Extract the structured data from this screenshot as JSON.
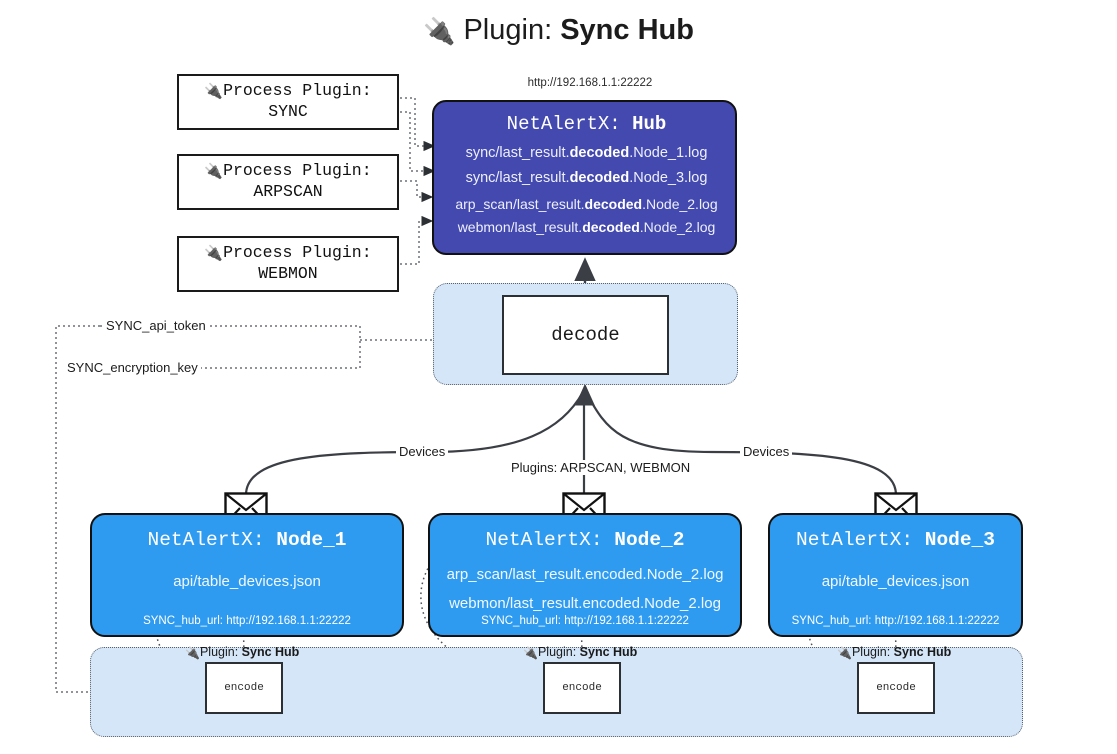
{
  "title": {
    "icon": "plug-icon",
    "prefix": "Plugin: ",
    "name": "Sync Hub"
  },
  "hub": {
    "url": "http://192.168.1.1:22222",
    "title_prefix": "NetAlertX: ",
    "title_name": "Hub",
    "logs": [
      {
        "pre": "sync/last_result.",
        "mid": "decoded",
        "post": ".Node_1.log"
      },
      {
        "pre": "sync/last_result.",
        "mid": "decoded",
        "post": ".Node_3.log"
      },
      {
        "pre": "arp_scan/last_result.",
        "mid": "decoded",
        "post": ".Node_2.log"
      },
      {
        "pre": "webmon/last_result.",
        "mid": "decoded",
        "post": ".Node_2.log"
      }
    ],
    "color": "#4349ae"
  },
  "process_plugins": [
    {
      "icon": "plug-icon",
      "line1": "Process Plugin:",
      "line2": "SYNC"
    },
    {
      "icon": "plug-icon",
      "line1": "Process Plugin:",
      "line2": "ARPSCAN"
    },
    {
      "icon": "plug-icon",
      "line1": "Process Plugin:",
      "line2": "WEBMON"
    }
  ],
  "decode": {
    "label": "decode"
  },
  "nodes": [
    {
      "title_prefix": "NetAlertX: ",
      "title_name": "Node_1",
      "lines": [
        "api/table_devices.json"
      ],
      "footer": "SYNC_hub_url: http://192.168.1.1:22222",
      "color": "#2e9bf0"
    },
    {
      "title_prefix": "NetAlertX: ",
      "title_name": "Node_2",
      "lines": [
        "arp_scan/last_result.encoded.Node_2.log",
        "webmon/last_result.encoded.Node_2.log"
      ],
      "footer": "SYNC_hub_url: http://192.168.1.1:22222",
      "color": "#2e9bf0"
    },
    {
      "title_prefix": "NetAlertX: ",
      "title_name": "Node_3",
      "lines": [
        "api/table_devices.json"
      ],
      "footer": "SYNC_hub_url: http://192.168.1.1:22222",
      "color": "#2e9bf0"
    }
  ],
  "sync_hub_strip": {
    "plugin_label_prefix": "Plugin: ",
    "plugin_label_name": "Sync Hub",
    "encode_label": "encode",
    "fill": "#d5e6f8"
  },
  "edge_labels": {
    "api_token": "SYNC_api_token",
    "encryption_key": "SYNC_encryption_key",
    "devices_left": "Devices",
    "devices_right": "Devices",
    "plugins_mid": "Plugins: ARPSCAN, WEBMON"
  }
}
